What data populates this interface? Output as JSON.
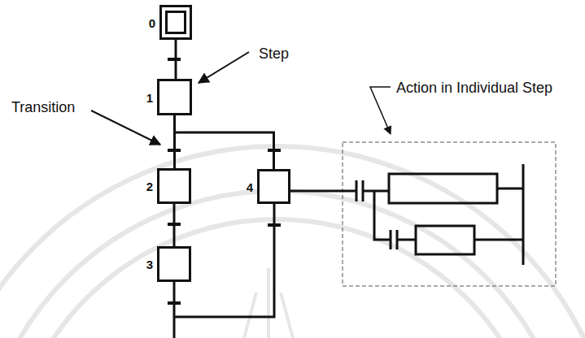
{
  "diagram": {
    "nodes": [
      {
        "text": [
          "0"
        ]
      },
      {
        "text": [
          "1"
        ]
      },
      {
        "text": [
          "2"
        ]
      },
      {
        "text": [
          "3"
        ]
      },
      {
        "text": [
          "4"
        ]
      }
    ],
    "edges": [
      {
        "from": 0,
        "to": 1,
        "arrow": "none"
      },
      {
        "from": 1,
        "to": 2,
        "arrow": "none"
      },
      {
        "from": 1,
        "to": 4,
        "arrow": "none"
      },
      {
        "from": 2,
        "to": 3,
        "arrow": "none"
      }
    ],
    "labels": [
      "Step",
      "Transition",
      "Action in Individual Step"
    ]
  }
}
